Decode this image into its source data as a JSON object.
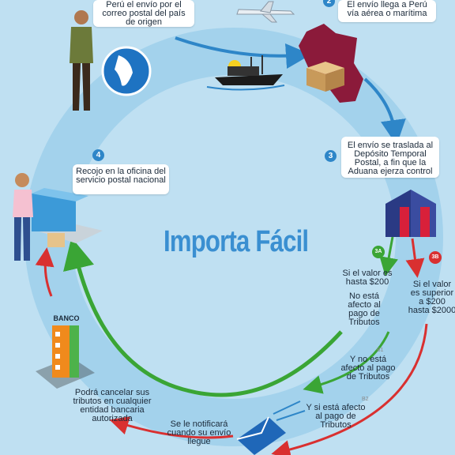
{
  "title": "Importa Fácil",
  "steps": {
    "s1": {
      "text": "Perú el envío por el correo postal del país de origen"
    },
    "s2": {
      "number": "2",
      "text": "El envío llega a Perú vía aérea o marítima"
    },
    "s3": {
      "number": "3",
      "text": "El envío se traslada al Depósito Temporal Postal, a fin que la Aduana ejerza control"
    },
    "s4": {
      "number": "4",
      "text": "Recojo en la oficina del servicio postal nacional"
    }
  },
  "branch_3a": {
    "badge": "3A",
    "value_text": "Si el valor es hasta $200",
    "tax_text": "No está afecto al pago de Tributos"
  },
  "branch_3b": {
    "badge": "3B",
    "value_text": "Si el valor es superior a $200 hasta $2000"
  },
  "b1": {
    "badge": "B1",
    "text": "Y no está afecto al pago de Tributos"
  },
  "b2": {
    "badge": "B2",
    "text": "Y si está afecto al pago de Tributos"
  },
  "bank": {
    "label": "BANCO",
    "text": "Podrá cancelar sus tributos en cualquier entidad bancaria autorizada"
  },
  "notify": {
    "text": "Se le notificará cuando su envío llegue"
  },
  "colors": {
    "blue": "#2e86c8",
    "green": "#3aa535",
    "red": "#d93030",
    "title": "#3a8fd1",
    "ring": "#8cc6e8"
  },
  "icons": [
    "person-icon",
    "globe-icon",
    "airplane-icon",
    "ship-icon",
    "peru-map-icon",
    "package-icon",
    "warehouse-icon",
    "office-building-icon",
    "woman-icon",
    "bank-building-icon",
    "envelope-icon"
  ]
}
